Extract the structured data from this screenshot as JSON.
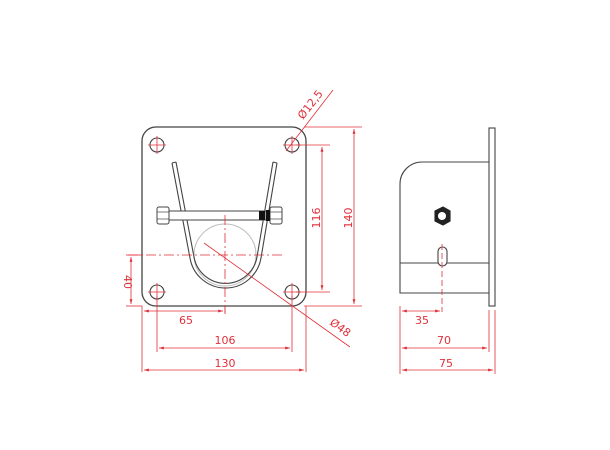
{
  "drawing": {
    "title": "Mounting bracket with U-bolt clamp — technical drawing",
    "colors": {
      "outline": "#444444",
      "dimension": "#e0303a",
      "background": "#ffffff",
      "pipe": "#bbbbbb"
    },
    "front_view": {
      "hole_diameter_label": "Ø12,5",
      "pipe_diameter_label": "Ø48",
      "dim_hole_spacing_vertical": "116",
      "dim_plate_height": "140",
      "dim_center_height": "40",
      "dim_center_offset": "65",
      "dim_hole_spacing_horizontal": "106",
      "dim_plate_width": "130"
    },
    "side_view": {
      "dim_slot_offset": "35",
      "dim_depth": "70",
      "dim_total_depth": "75"
    }
  }
}
